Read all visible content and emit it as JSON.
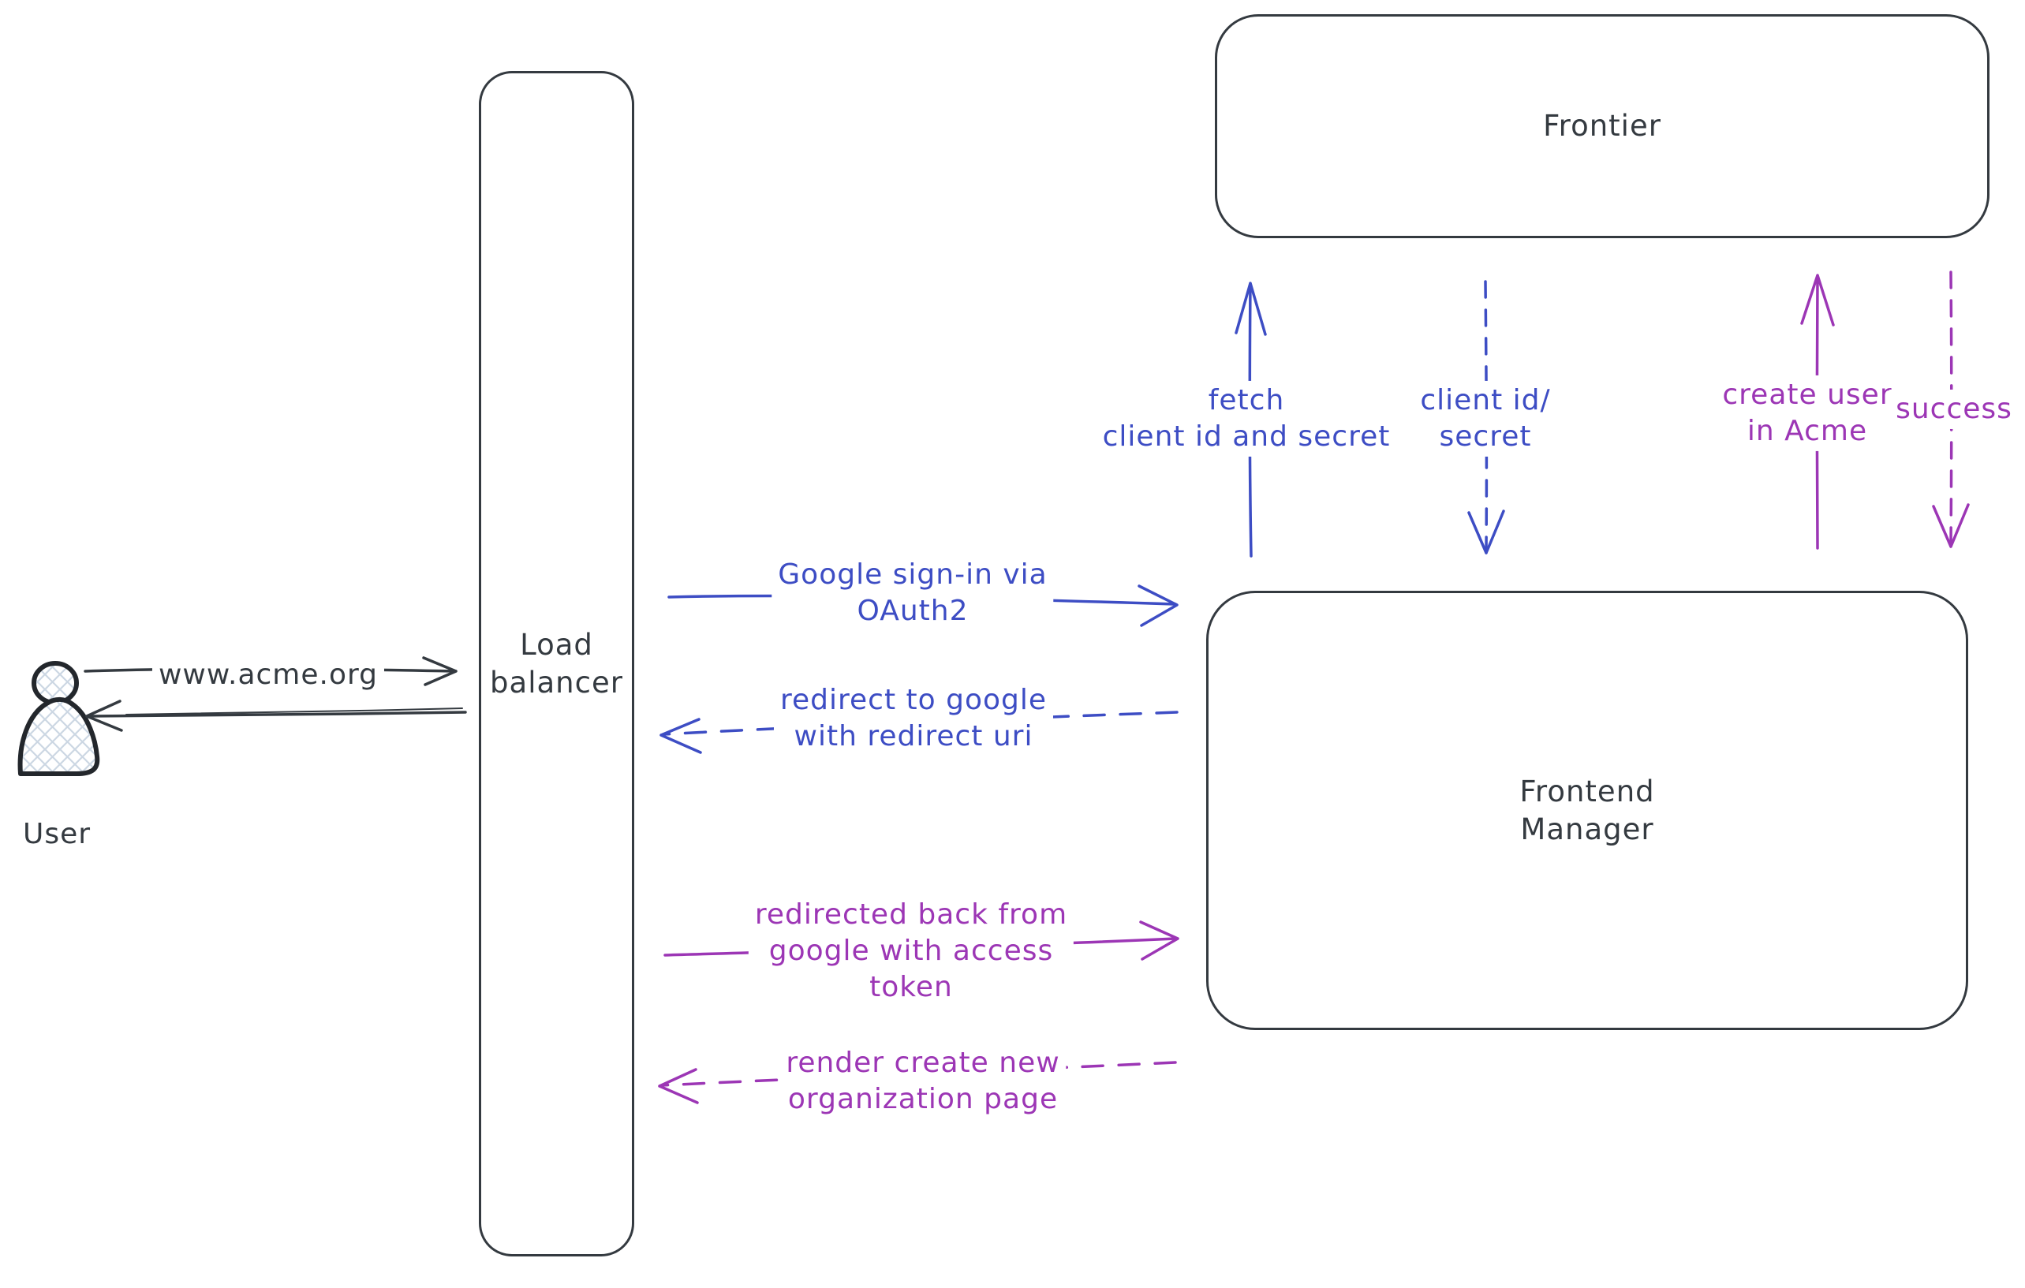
{
  "colors": {
    "ink": "#343a40",
    "blue": "#3d4dc4",
    "purple": "#9c36b5",
    "hatch": "#ccd7e3",
    "bg": "#ffffff"
  },
  "actor": {
    "label": "User"
  },
  "nodes": {
    "load_balancer": {
      "label": "Load\nbalancer"
    },
    "frontier": {
      "label": "Frontier"
    },
    "frontend_manager": {
      "label": "Frontend\nManager"
    }
  },
  "edges": {
    "acme_url": {
      "label": "www.acme.org",
      "from": "User",
      "to": "Load balancer",
      "style": "solid",
      "color": "ink"
    },
    "user_return": {
      "label": "",
      "from": "Load balancer",
      "to": "User",
      "style": "solid",
      "color": "ink"
    },
    "google_signin": {
      "label": "Google sign-in via\nOAuth2",
      "from": "Load balancer",
      "to": "Frontend Manager",
      "style": "solid",
      "color": "blue"
    },
    "redirect_google": {
      "label": "redirect to google\nwith redirect uri",
      "from": "Frontend Manager",
      "to": "Load balancer",
      "style": "dashed",
      "color": "blue"
    },
    "fetch_secret": {
      "label": "fetch\nclient id and secret",
      "from": "Frontend Manager",
      "to": "Frontier",
      "style": "solid",
      "color": "blue"
    },
    "client_id_secret": {
      "label": "client id/\nsecret",
      "from": "Frontier",
      "to": "Frontend Manager",
      "style": "dashed",
      "color": "blue"
    },
    "create_user": {
      "label": "create user\nin Acme",
      "from": "Frontend Manager",
      "to": "Frontier",
      "style": "solid",
      "color": "purple"
    },
    "success": {
      "label": "success",
      "from": "Frontier",
      "to": "Frontend Manager",
      "style": "dashed",
      "color": "purple"
    },
    "redirected_back": {
      "label": "redirected back from\ngoogle with access\ntoken",
      "from": "Load balancer",
      "to": "Frontend Manager",
      "style": "solid",
      "color": "purple"
    },
    "render_page": {
      "label": "render create new\norganization page",
      "from": "Frontend Manager",
      "to": "Load balancer",
      "style": "dashed",
      "color": "purple"
    }
  }
}
